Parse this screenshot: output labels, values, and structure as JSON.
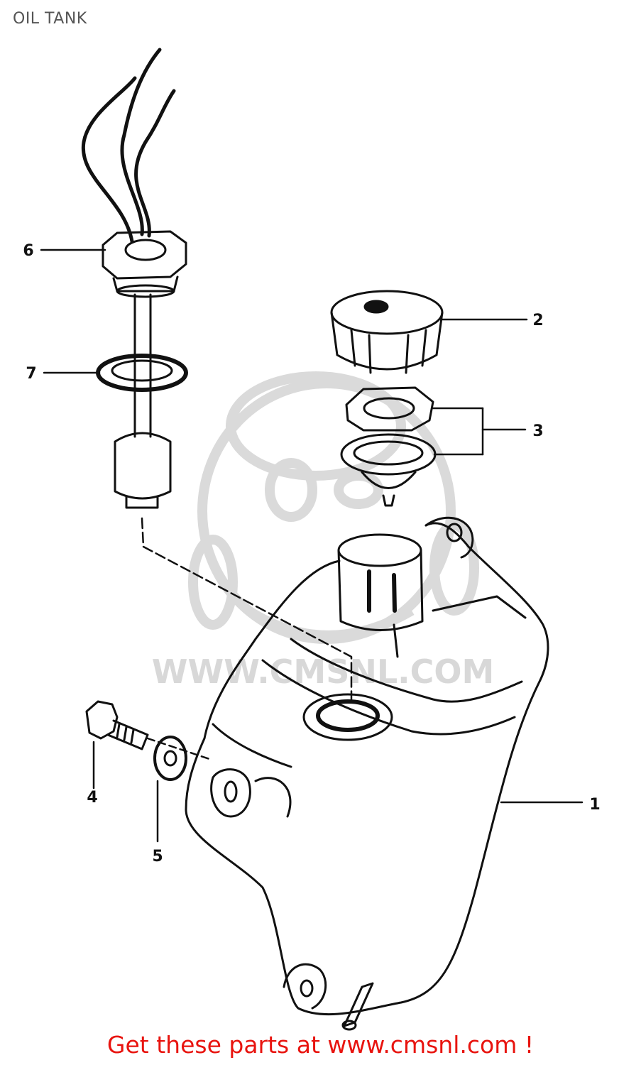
{
  "page": {
    "title": "OIL TANK"
  },
  "watermark": {
    "text": "WWW.CMSNL.COM",
    "color": "#d8d8d8"
  },
  "callouts": [
    {
      "number": "1"
    },
    {
      "number": "2"
    },
    {
      "number": "3"
    },
    {
      "number": "4"
    },
    {
      "number": "5"
    },
    {
      "number": "6"
    },
    {
      "number": "7"
    }
  ],
  "footer": {
    "text": "Get these parts at www.cmsnl.com !",
    "color": "#e8140f"
  },
  "colors": {
    "line": "#111111",
    "title": "#555555"
  }
}
